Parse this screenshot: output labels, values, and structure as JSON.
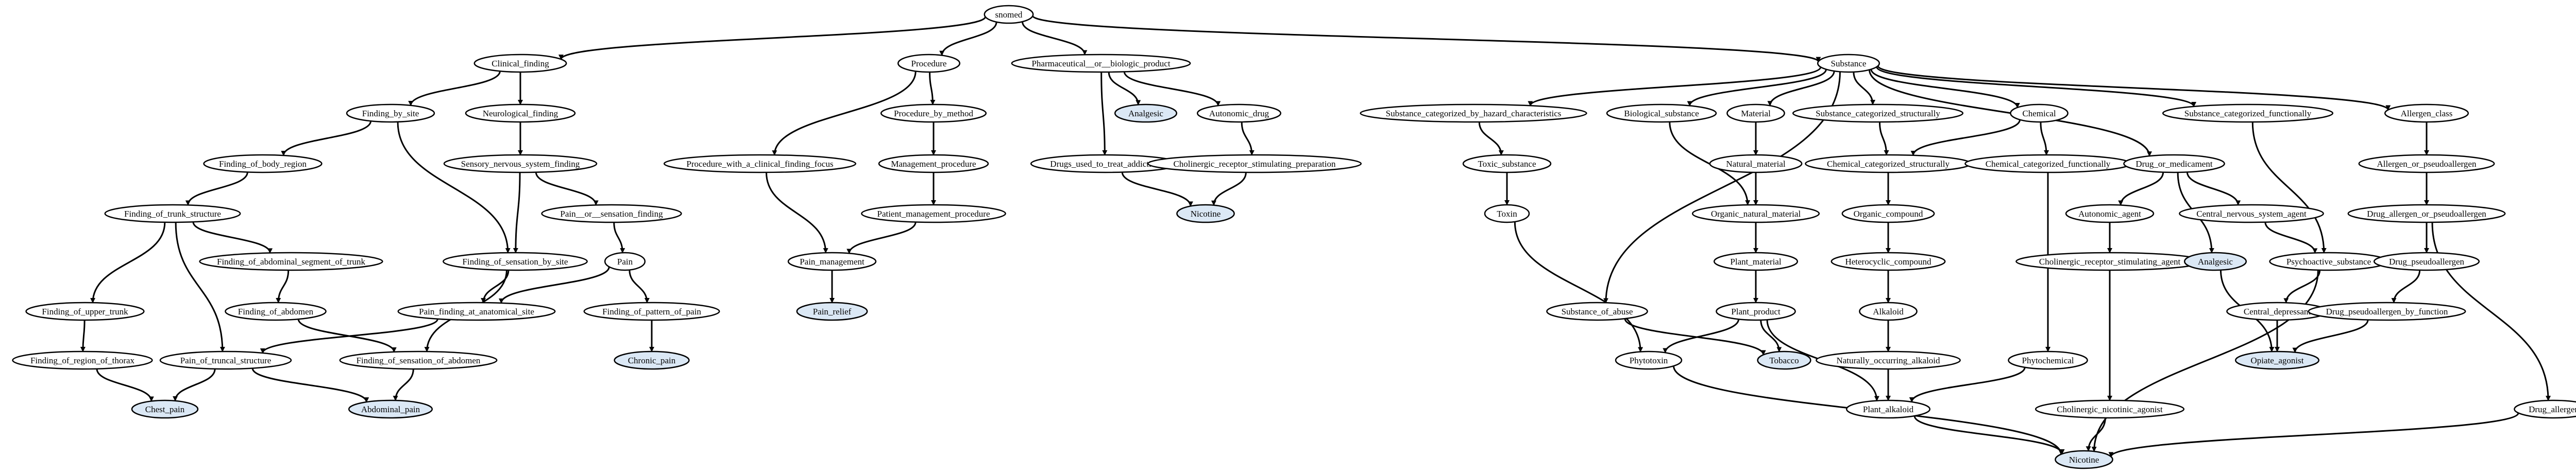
{
  "diagram": {
    "colors": {
      "node_fill": "#ffffff",
      "highlight_fill": "#dbe8f5",
      "stroke": "#000000"
    },
    "nodes": [
      {
        "id": "snomed",
        "label": "snomed",
        "hl": false
      },
      {
        "id": "clinical_finding",
        "label": "Clinical_finding",
        "hl": false
      },
      {
        "id": "procedure",
        "label": "Procedure",
        "hl": false
      },
      {
        "id": "pharma",
        "label": "Pharmaceutical__or__biologic_product",
        "hl": false
      },
      {
        "id": "substance",
        "label": "Substance",
        "hl": false
      },
      {
        "id": "finding_by_site",
        "label": "Finding_by_site",
        "hl": false
      },
      {
        "id": "neuro_finding",
        "label": "Neurological_finding",
        "hl": false
      },
      {
        "id": "finding_body_region",
        "label": "Finding_of_body_region",
        "hl": false
      },
      {
        "id": "sensory_finding",
        "label": "Sensory_nervous_system_finding",
        "hl": false
      },
      {
        "id": "finding_trunk",
        "label": "Finding_of_trunk_structure",
        "hl": false
      },
      {
        "id": "pain_sensation_finding",
        "label": "Pain__or__sensation_finding",
        "hl": false
      },
      {
        "id": "finding_abd_segment",
        "label": "Finding_of_abdominal_segment_of_trunk",
        "hl": false
      },
      {
        "id": "finding_sensation_site",
        "label": "Finding_of_sensation_by_site",
        "hl": false
      },
      {
        "id": "pain",
        "label": "Pain",
        "hl": false
      },
      {
        "id": "finding_upper_trunk",
        "label": "Finding_of_upper_trunk",
        "hl": false
      },
      {
        "id": "finding_abdomen",
        "label": "Finding_of_abdomen",
        "hl": false
      },
      {
        "id": "pain_anatomical_site",
        "label": "Pain_finding_at_anatomical_site",
        "hl": false
      },
      {
        "id": "finding_pattern_pain",
        "label": "Finding_of_pattern_of_pain",
        "hl": false
      },
      {
        "id": "finding_region_thorax",
        "label": "Finding_of_region_of_thorax",
        "hl": false
      },
      {
        "id": "pain_truncal",
        "label": "Pain_of_truncal_structure",
        "hl": false
      },
      {
        "id": "finding_sensation_abdomen",
        "label": "Finding_of_sensation_of_abdomen",
        "hl": false
      },
      {
        "id": "chronic_pain",
        "label": "Chronic_pain",
        "hl": true
      },
      {
        "id": "chest_pain",
        "label": "Chest_pain",
        "hl": true
      },
      {
        "id": "abdominal_pain",
        "label": "Abdominal_pain",
        "hl": true
      },
      {
        "id": "proc_clinical_focus",
        "label": "Procedure_with_a_clinical_finding_focus",
        "hl": false
      },
      {
        "id": "proc_by_method",
        "label": "Procedure_by_method",
        "hl": false
      },
      {
        "id": "management_proc",
        "label": "Management_procedure",
        "hl": false
      },
      {
        "id": "patient_mgmt_proc",
        "label": "Patient_management_procedure",
        "hl": false
      },
      {
        "id": "pain_management",
        "label": "Pain_management",
        "hl": false
      },
      {
        "id": "pain_relief",
        "label": "Pain_relief",
        "hl": true
      },
      {
        "id": "analgesic_p",
        "label": "Analgesic",
        "hl": true
      },
      {
        "id": "autonomic_drug",
        "label": "Autonomic_drug",
        "hl": false
      },
      {
        "id": "drugs_addiction",
        "label": "Drugs_used_to_treat_addiction",
        "hl": false
      },
      {
        "id": "cholinergic_prep",
        "label": "Cholinergic_receptor_stimulating_preparation",
        "hl": false
      },
      {
        "id": "nicotine_p",
        "label": "Nicotine",
        "hl": true
      },
      {
        "id": "sub_hazard",
        "label": "Substance_categorized_by_hazard_characteristics",
        "hl": false
      },
      {
        "id": "toxic_substance",
        "label": "Toxic_substance",
        "hl": false
      },
      {
        "id": "toxin",
        "label": "Toxin",
        "hl": false
      },
      {
        "id": "substance_abuse",
        "label": "Substance_of_abuse",
        "hl": false
      },
      {
        "id": "biological_substance",
        "label": "Biological_substance",
        "hl": false
      },
      {
        "id": "material",
        "label": "Material",
        "hl": false
      },
      {
        "id": "natural_material",
        "label": "Natural_material",
        "hl": false
      },
      {
        "id": "organic_natural_material",
        "label": "Organic_natural_material",
        "hl": false
      },
      {
        "id": "plant_material",
        "label": "Plant_material",
        "hl": false
      },
      {
        "id": "plant_product",
        "label": "Plant_product",
        "hl": false
      },
      {
        "id": "phytotoxin",
        "label": "Phytotoxin",
        "hl": false
      },
      {
        "id": "tobacco",
        "label": "Tobacco",
        "hl": true
      },
      {
        "id": "sub_struct",
        "label": "Substance_categorized_structurally",
        "hl": false
      },
      {
        "id": "chemical",
        "label": "Chemical",
        "hl": false
      },
      {
        "id": "chem_struct",
        "label": "Chemical_categorized_structurally",
        "hl": false
      },
      {
        "id": "organic_compound",
        "label": "Organic_compound",
        "hl": false
      },
      {
        "id": "heterocyclic",
        "label": "Heterocyclic_compound",
        "hl": false
      },
      {
        "id": "alkaloid",
        "label": "Alkaloid",
        "hl": false
      },
      {
        "id": "nat_alkaloid",
        "label": "Naturally_occurring_alkaloid",
        "hl": false
      },
      {
        "id": "plant_alkaloid",
        "label": "Plant_alkaloid",
        "hl": false
      },
      {
        "id": "chem_func",
        "label": "Chemical_categorized_functionally",
        "hl": false
      },
      {
        "id": "phytochemical",
        "label": "Phytochemical",
        "hl": false
      },
      {
        "id": "drug_medicament",
        "label": "Drug_or_medicament",
        "hl": false
      },
      {
        "id": "autonomic_agent",
        "label": "Autonomic_agent",
        "hl": false
      },
      {
        "id": "cholinergic_agent",
        "label": "Cholinergic_receptor_stimulating_agent",
        "hl": false
      },
      {
        "id": "cholinergic_nicotinic",
        "label": "Cholinergic_nicotinic_agonist",
        "hl": false
      },
      {
        "id": "cns_agent",
        "label": "Central_nervous_system_agent",
        "hl": false
      },
      {
        "id": "analgesic_s",
        "label": "Analgesic",
        "hl": true
      },
      {
        "id": "sub_func",
        "label": "Substance_categorized_functionally",
        "hl": false
      },
      {
        "id": "psychoactive",
        "label": "Psychoactive_substance",
        "hl": false
      },
      {
        "id": "central_depressant",
        "label": "Central_depressant",
        "hl": false
      },
      {
        "id": "opiate_agonist",
        "label": "Opiate_agonist",
        "hl": true
      },
      {
        "id": "allergen_class",
        "label": "Allergen_class",
        "hl": false
      },
      {
        "id": "allergen_pseudo",
        "label": "Allergen_or_pseudoallergen",
        "hl": false
      },
      {
        "id": "drug_allergen_pseudo",
        "label": "Drug_allergen_or_pseudoallergen",
        "hl": false
      },
      {
        "id": "drug_pseudo",
        "label": "Drug_pseudoallergen",
        "hl": false
      },
      {
        "id": "drug_pseudo_func",
        "label": "Drug_pseudoallergen_by_function",
        "hl": false
      },
      {
        "id": "drug_allergen",
        "label": "Drug_allergen",
        "hl": false
      },
      {
        "id": "nicotine_s",
        "label": "Nicotine",
        "hl": true
      }
    ],
    "edges": [
      [
        "snomed",
        "clinical_finding"
      ],
      [
        "snomed",
        "procedure"
      ],
      [
        "snomed",
        "pharma"
      ],
      [
        "snomed",
        "substance"
      ],
      [
        "clinical_finding",
        "finding_by_site"
      ],
      [
        "clinical_finding",
        "neuro_finding"
      ],
      [
        "finding_by_site",
        "finding_body_region"
      ],
      [
        "finding_by_site",
        "finding_sensation_site"
      ],
      [
        "neuro_finding",
        "sensory_finding"
      ],
      [
        "finding_body_region",
        "finding_trunk"
      ],
      [
        "sensory_finding",
        "finding_sensation_site"
      ],
      [
        "sensory_finding",
        "pain_sensation_finding"
      ],
      [
        "finding_trunk",
        "finding_upper_trunk"
      ],
      [
        "finding_trunk",
        "finding_abd_segment"
      ],
      [
        "finding_trunk",
        "pain_truncal"
      ],
      [
        "pain_sensation_finding",
        "pain"
      ],
      [
        "finding_abd_segment",
        "finding_abdomen"
      ],
      [
        "finding_sensation_site",
        "pain_anatomical_site"
      ],
      [
        "finding_sensation_site",
        "finding_sensation_abdomen"
      ],
      [
        "pain",
        "pain_anatomical_site"
      ],
      [
        "pain",
        "finding_pattern_pain"
      ],
      [
        "finding_upper_trunk",
        "finding_region_thorax"
      ],
      [
        "finding_abdomen",
        "finding_sensation_abdomen"
      ],
      [
        "pain_anatomical_site",
        "pain_truncal"
      ],
      [
        "finding_pattern_pain",
        "chronic_pain"
      ],
      [
        "finding_region_thorax",
        "chest_pain"
      ],
      [
        "pain_truncal",
        "chest_pain"
      ],
      [
        "pain_truncal",
        "abdominal_pain"
      ],
      [
        "finding_sensation_abdomen",
        "abdominal_pain"
      ],
      [
        "procedure",
        "proc_clinical_focus"
      ],
      [
        "procedure",
        "proc_by_method"
      ],
      [
        "proc_by_method",
        "management_proc"
      ],
      [
        "management_proc",
        "patient_mgmt_proc"
      ],
      [
        "patient_mgmt_proc",
        "pain_management"
      ],
      [
        "proc_clinical_focus",
        "pain_management"
      ],
      [
        "pain_management",
        "pain_relief"
      ],
      [
        "pharma",
        "analgesic_p"
      ],
      [
        "pharma",
        "autonomic_drug"
      ],
      [
        "pharma",
        "drugs_addiction"
      ],
      [
        "autonomic_drug",
        "cholinergic_prep"
      ],
      [
        "drugs_addiction",
        "nicotine_p"
      ],
      [
        "cholinergic_prep",
        "nicotine_p"
      ],
      [
        "substance",
        "sub_hazard"
      ],
      [
        "substance",
        "substance_abuse"
      ],
      [
        "substance",
        "biological_substance"
      ],
      [
        "substance",
        "material"
      ],
      [
        "substance",
        "sub_struct"
      ],
      [
        "substance",
        "chemical"
      ],
      [
        "substance",
        "drug_medicament"
      ],
      [
        "substance",
        "sub_func"
      ],
      [
        "substance",
        "allergen_class"
      ],
      [
        "sub_hazard",
        "toxic_substance"
      ],
      [
        "toxic_substance",
        "toxin"
      ],
      [
        "toxin",
        "phytotoxin"
      ],
      [
        "biological_substance",
        "organic_natural_material"
      ],
      [
        "material",
        "natural_material"
      ],
      [
        "natural_material",
        "organic_natural_material"
      ],
      [
        "organic_natural_material",
        "plant_material"
      ],
      [
        "plant_material",
        "plant_product"
      ],
      [
        "plant_product",
        "phytotoxin"
      ],
      [
        "plant_product",
        "tobacco"
      ],
      [
        "plant_product",
        "plant_alkaloid"
      ],
      [
        "substance_abuse",
        "tobacco"
      ],
      [
        "sub_struct",
        "chem_struct"
      ],
      [
        "chemical",
        "chem_struct"
      ],
      [
        "chemical",
        "chem_func"
      ],
      [
        "chem_struct",
        "organic_compound"
      ],
      [
        "organic_compound",
        "heterocyclic"
      ],
      [
        "heterocyclic",
        "alkaloid"
      ],
      [
        "alkaloid",
        "nat_alkaloid"
      ],
      [
        "nat_alkaloid",
        "plant_alkaloid"
      ],
      [
        "chem_func",
        "phytochemical"
      ],
      [
        "phytochemical",
        "plant_alkaloid"
      ],
      [
        "phytotoxin",
        "nicotine_s"
      ],
      [
        "plant_alkaloid",
        "nicotine_s"
      ],
      [
        "drug_medicament",
        "autonomic_agent"
      ],
      [
        "drug_medicament",
        "cns_agent"
      ],
      [
        "drug_medicament",
        "analgesic_s"
      ],
      [
        "autonomic_agent",
        "cholinergic_agent"
      ],
      [
        "cholinergic_agent",
        "cholinergic_nicotinic"
      ],
      [
        "cholinergic_nicotinic",
        "nicotine_s"
      ],
      [
        "cns_agent",
        "psychoactive"
      ],
      [
        "sub_func",
        "psychoactive"
      ],
      [
        "psychoactive",
        "central_depressant"
      ],
      [
        "psychoactive",
        "nicotine_s"
      ],
      [
        "central_depressant",
        "opiate_agonist"
      ],
      [
        "analgesic_s",
        "opiate_agonist"
      ],
      [
        "allergen_class",
        "allergen_pseudo"
      ],
      [
        "allergen_pseudo",
        "drug_allergen_pseudo"
      ],
      [
        "drug_allergen_pseudo",
        "drug_pseudo"
      ],
      [
        "drug_allergen_pseudo",
        "drug_allergen"
      ],
      [
        "drug_pseudo",
        "drug_pseudo_func"
      ],
      [
        "drug_pseudo_func",
        "opiate_agonist"
      ],
      [
        "drug_allergen",
        "nicotine_s"
      ]
    ]
  }
}
